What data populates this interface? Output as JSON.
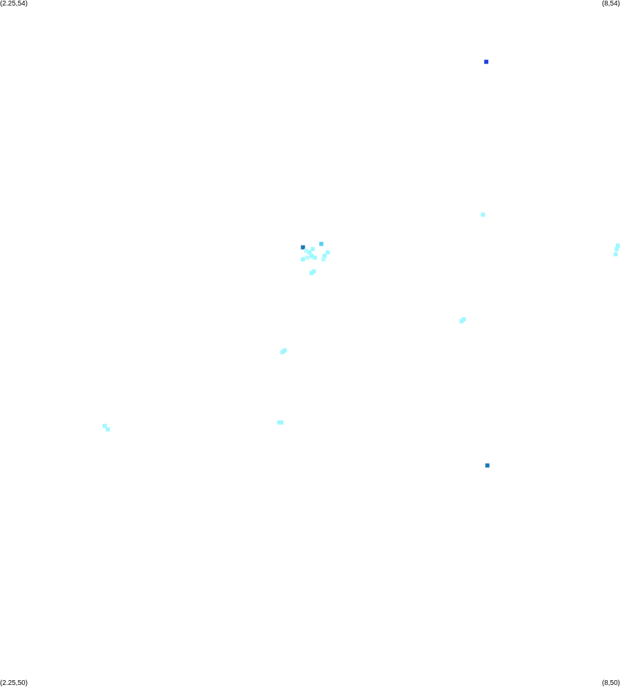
{
  "map": {
    "bounds": {
      "x_min": 2.25,
      "x_max": 8,
      "y_min": 50,
      "y_max": 54
    },
    "corner_labels": {
      "top_left": "(2.25,54)",
      "top_right": "(8,54)",
      "bottom_left": "(2.25,50)",
      "bottom_right": "(8,50)"
    },
    "colors": {
      "light": "#9ef8ff",
      "light_alt": "#b4fbff",
      "medium": "#5ad2f0",
      "dark": "#1f78b4",
      "deep": "#2342d8"
    },
    "points": [
      {
        "x": 6.76,
        "y": 53.64,
        "tone": "deep"
      },
      {
        "x": 6.77,
        "y": 51.29,
        "tone": "dark"
      },
      {
        "x": 5.06,
        "y": 52.56,
        "tone": "dark"
      },
      {
        "x": 5.23,
        "y": 52.58,
        "tone": "medium"
      },
      {
        "x": 6.73,
        "y": 52.75,
        "tone": "light"
      },
      {
        "x": 7.98,
        "y": 52.57,
        "tone": "light"
      },
      {
        "x": 7.97,
        "y": 52.55,
        "tone": "light"
      },
      {
        "x": 7.96,
        "y": 52.52,
        "tone": "light"
      },
      {
        "x": 5.09,
        "y": 52.54,
        "tone": "light_alt"
      },
      {
        "x": 5.12,
        "y": 52.53,
        "tone": "light"
      },
      {
        "x": 5.15,
        "y": 52.55,
        "tone": "light"
      },
      {
        "x": 5.14,
        "y": 52.51,
        "tone": "light"
      },
      {
        "x": 5.1,
        "y": 52.5,
        "tone": "light_alt"
      },
      {
        "x": 5.06,
        "y": 52.49,
        "tone": "light"
      },
      {
        "x": 5.17,
        "y": 52.5,
        "tone": "light"
      },
      {
        "x": 5.26,
        "y": 52.51,
        "tone": "light"
      },
      {
        "x": 5.29,
        "y": 52.53,
        "tone": "light"
      },
      {
        "x": 5.25,
        "y": 52.49,
        "tone": "light_alt"
      },
      {
        "x": 5.14,
        "y": 52.41,
        "tone": "light"
      },
      {
        "x": 5.16,
        "y": 52.42,
        "tone": "light"
      },
      {
        "x": 6.53,
        "y": 52.13,
        "tone": "light"
      },
      {
        "x": 6.55,
        "y": 52.14,
        "tone": "light"
      },
      {
        "x": 4.87,
        "y": 51.95,
        "tone": "light"
      },
      {
        "x": 4.89,
        "y": 51.96,
        "tone": "light"
      },
      {
        "x": 3.22,
        "y": 51.52,
        "tone": "light"
      },
      {
        "x": 3.25,
        "y": 51.5,
        "tone": "light"
      },
      {
        "x": 4.84,
        "y": 51.54,
        "tone": "light"
      },
      {
        "x": 4.86,
        "y": 51.54,
        "tone": "light"
      }
    ]
  }
}
